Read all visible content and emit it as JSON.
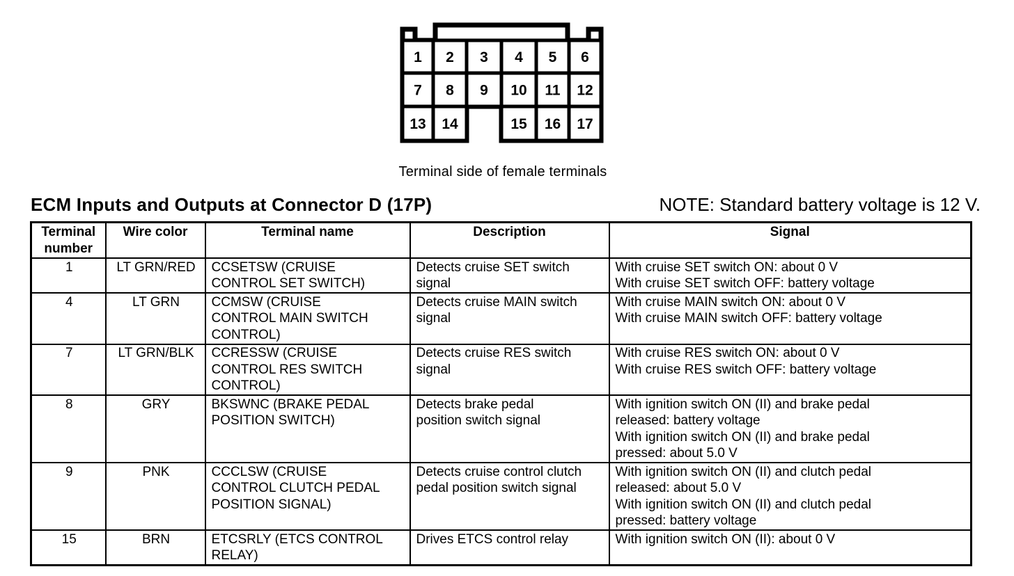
{
  "connector": {
    "caption": "Terminal side of female terminals",
    "cells": {
      "r1": [
        "1",
        "2",
        "3",
        "4",
        "5",
        "6"
      ],
      "r2": [
        "7",
        "8",
        "9",
        "10",
        "11",
        "12"
      ],
      "r3": [
        "13",
        "14",
        "15",
        "16",
        "17"
      ]
    }
  },
  "heading": {
    "title": "ECM Inputs and Outputs at Connector D (17P)",
    "note": "NOTE: Standard battery voltage is 12 V."
  },
  "table": {
    "headers": [
      "Terminal number",
      "Wire color",
      "Terminal name",
      "Description",
      "Signal"
    ],
    "rows": [
      {
        "terminal": "1",
        "wire_color": "LT GRN/RED",
        "terminal_name": "CCSETSW (CRUISE\nCONTROL SET SWITCH)",
        "description": "Detects cruise SET switch\nsignal",
        "signal": "With cruise SET switch ON: about 0 V\nWith cruise SET switch OFF: battery voltage"
      },
      {
        "terminal": "4",
        "wire_color": "LT GRN",
        "terminal_name": "CCMSW (CRUISE\nCONTROL MAIN SWITCH\nCONTROL)",
        "description": "Detects cruise MAIN switch\nsignal",
        "signal": "With cruise MAIN switch ON: about 0 V\nWith cruise MAIN switch OFF: battery voltage"
      },
      {
        "terminal": "7",
        "wire_color": "LT GRN/BLK",
        "terminal_name": "CCRESSW (CRUISE\nCONTROL RES SWITCH\nCONTROL)",
        "description": "Detects cruise RES switch\nsignal",
        "signal": "With cruise RES switch ON: about 0 V\nWith cruise RES switch OFF: battery voltage"
      },
      {
        "terminal": "8",
        "wire_color": "GRY",
        "terminal_name": "BKSWNC (BRAKE PEDAL\nPOSITION SWITCH)",
        "description": "Detects brake pedal\nposition switch signal",
        "signal": "With ignition switch ON (II) and brake pedal\nreleased: battery voltage\nWith ignition switch ON (II) and brake pedal\npressed: about 5.0 V"
      },
      {
        "terminal": "9",
        "wire_color": "PNK",
        "terminal_name": "CCCLSW (CRUISE\nCONTROL CLUTCH PEDAL\nPOSITION SIGNAL)",
        "description": "Detects cruise control clutch\npedal position switch signal",
        "signal": "With ignition switch ON (II) and clutch pedal\nreleased: about 5.0 V\nWith ignition switch ON (II) and clutch pedal\npressed: battery voltage"
      },
      {
        "terminal": "15",
        "wire_color": "BRN",
        "terminal_name": "ETCSRLY (ETCS CONTROL\nRELAY)",
        "description": "Drives ETCS control relay",
        "signal": "With ignition switch ON (II): about 0 V"
      }
    ]
  }
}
